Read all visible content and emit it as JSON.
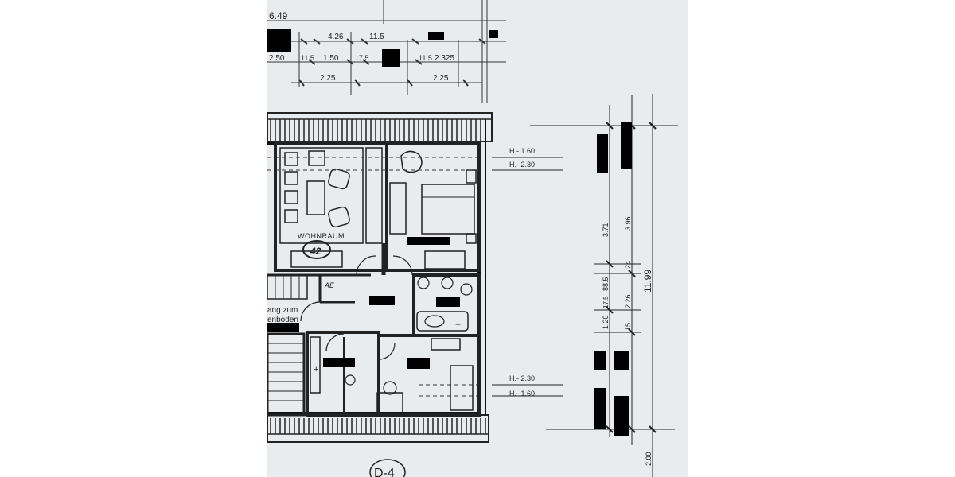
{
  "sheet": {
    "top_dims": {
      "overall_left": "6.49",
      "row1": [
        "4.26",
        "11.5"
      ],
      "row2": [
        "2.50",
        "11.5",
        "1.50",
        "17.5",
        "11.5",
        "2.325"
      ],
      "row3": [
        "2.25",
        "2.25"
      ]
    },
    "room_labels": {
      "living_room": "WOHNRAUM",
      "living_room_number": "42",
      "stair_note": "AE",
      "attic_access_line1": "ang zum",
      "attic_access_line2": "enboden"
    },
    "height_marks": {
      "upper_1": "H.- 1.60",
      "upper_2": "H.- 2.30",
      "lower_1": "H.- 2.30",
      "lower_2": "H.- 1.60"
    },
    "right_dims": {
      "inner": [
        "3.71",
        "88.5",
        "1.20",
        "17.5",
        "15"
      ],
      "middle": [
        "3.96",
        "24",
        "2.26"
      ],
      "overall": "11.99",
      "bottom": "2.00"
    },
    "drawing_tag": "D-4",
    "colors": {
      "paper": "#e9ecef",
      "ink": "#222222",
      "redaction": "#000000"
    }
  }
}
